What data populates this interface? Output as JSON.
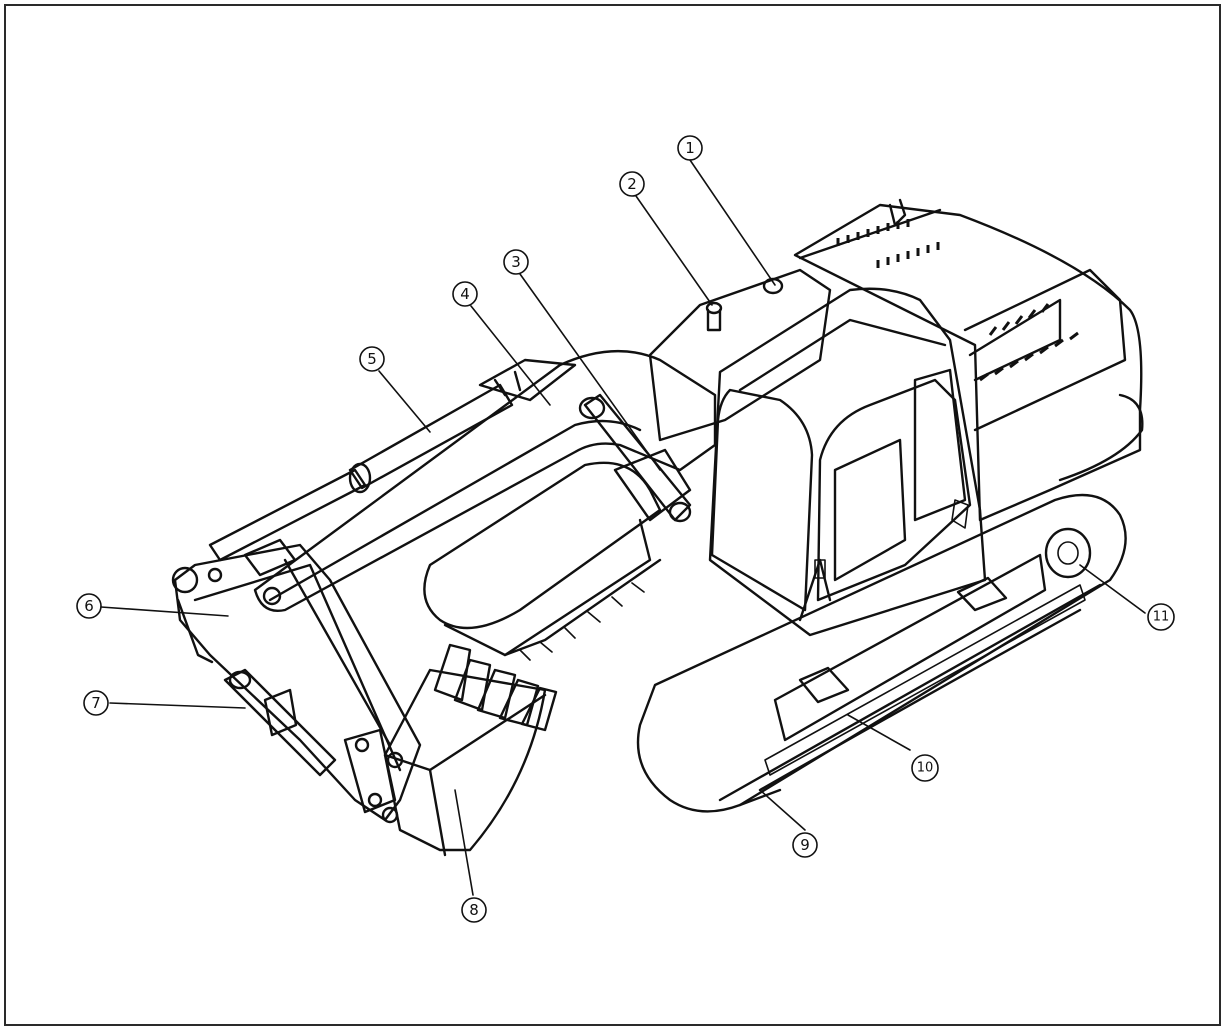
{
  "callouts": [
    {
      "number": "1"
    },
    {
      "number": "2"
    },
    {
      "number": "3"
    },
    {
      "number": "4"
    },
    {
      "number": "5"
    },
    {
      "number": "6"
    },
    {
      "number": "7"
    },
    {
      "number": "8"
    },
    {
      "number": "9"
    },
    {
      "number": "10"
    },
    {
      "number": "11"
    }
  ]
}
